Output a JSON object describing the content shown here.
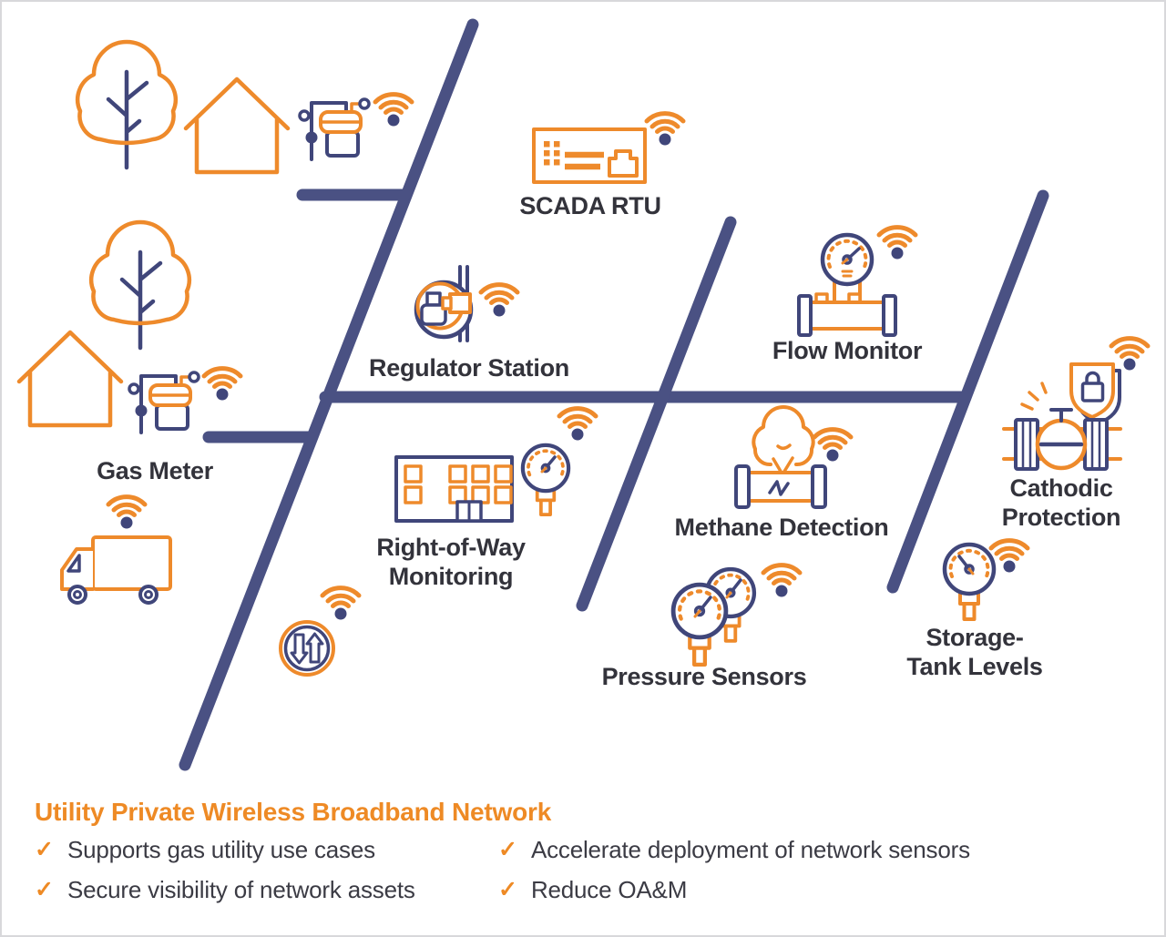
{
  "diagram": {
    "nodes": {
      "gas_meter": "Gas Meter",
      "scada_rtu": "SCADA RTU",
      "regulator_station": "Regulator Station",
      "flow_monitor": "Flow Monitor",
      "right_of_way_monitoring": "Right-of-Way Monitoring",
      "methane_detection": "Methane Detection",
      "pressure_sensors": "Pressure Sensors",
      "storage_tank_levels": "Storage-Tank Levels",
      "cathodic_protection": "Cathodic Protection"
    },
    "icons": [
      "tree-icon",
      "house-icon",
      "gas-meter-icon",
      "wifi-signal-icon",
      "service-truck-icon",
      "scada-rtu-panel-icon",
      "regulator-valve-icon",
      "pressure-gauge-icon",
      "monitoring-building-icon",
      "data-transfer-arrows-icon",
      "methane-leak-icon",
      "flow-meter-icon",
      "cathodic-valve-shield-icon"
    ]
  },
  "legend": {
    "title": "Utility Private Wireless Broadband Network",
    "check_glyph": "✓",
    "items": [
      "Supports gas utility use cases",
      "Secure visibility of network assets",
      "Accelerate deployment of network sensors",
      "Reduce OA&M"
    ]
  },
  "colors": {
    "orange": "#EE8A2B",
    "navy": "#40467A",
    "line_navy": "#4A5183",
    "label_text": "#33333B"
  }
}
